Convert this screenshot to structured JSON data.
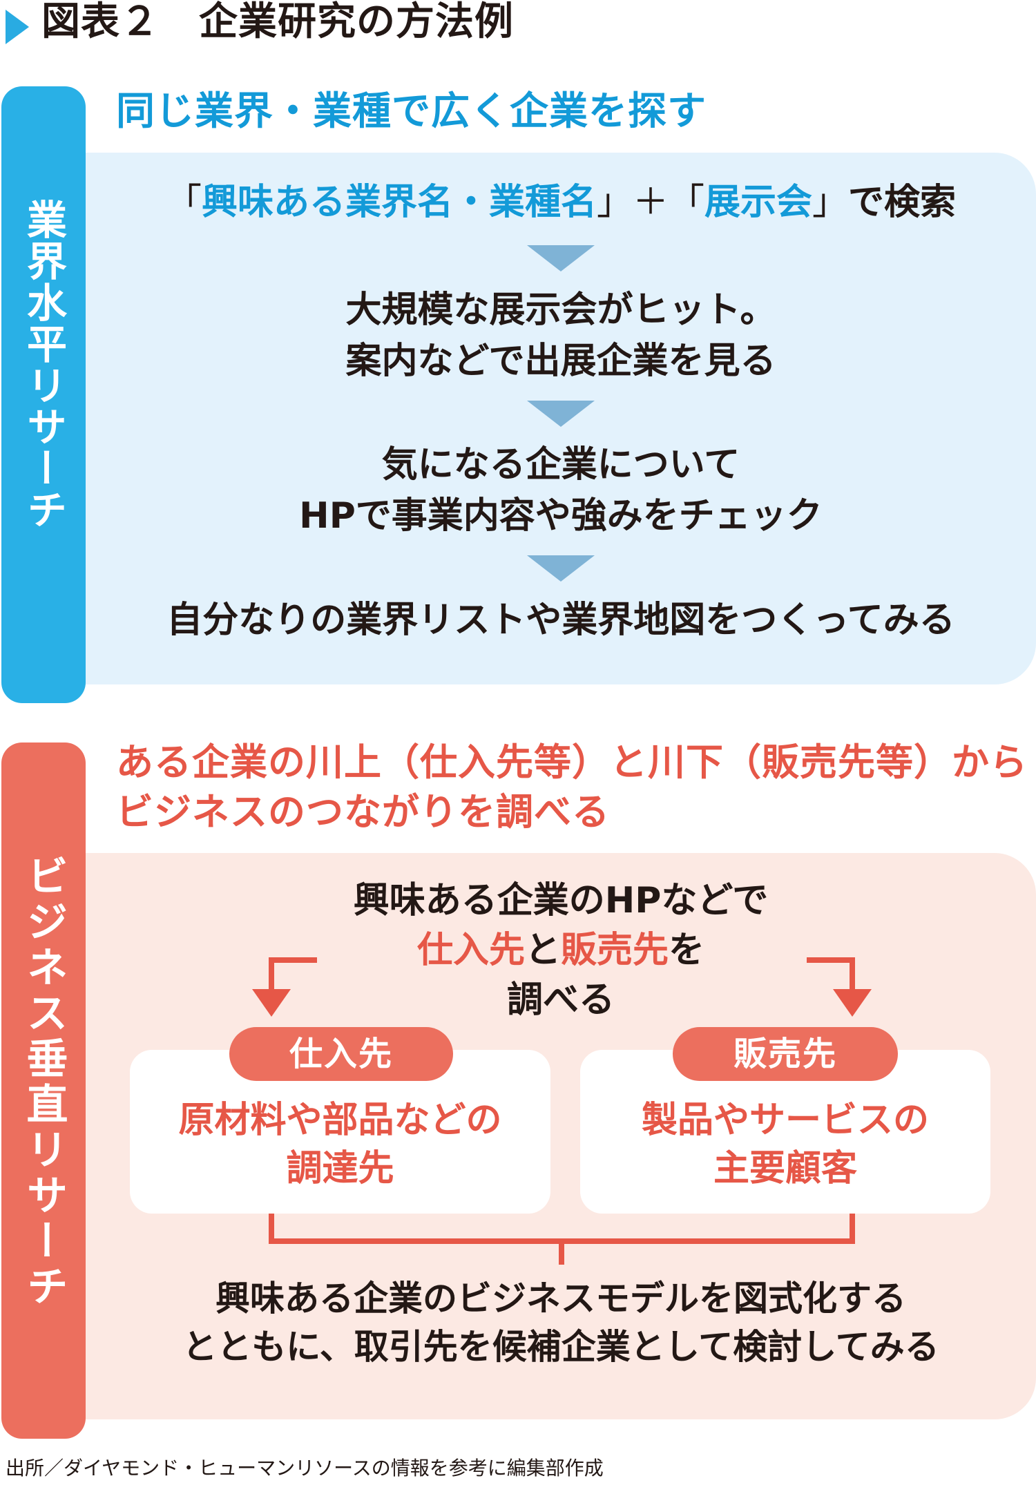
{
  "title": {
    "text": "図表２　企業研究の方法例",
    "marker_color": "#29abe2"
  },
  "horizontal": {
    "side_label": "業界水平リサーチ",
    "color": "#29b0e6",
    "heading": "同じ業界・業種で広く企業を探す",
    "steps": [
      {
        "parts": [
          {
            "text": "「",
            "style": "bracket"
          },
          {
            "text": "興味ある業界名・業種名",
            "style": "highlight"
          },
          {
            "text": "」＋「",
            "style": "bracket"
          },
          {
            "text": "展示会",
            "style": "highlight"
          },
          {
            "text": "」",
            "style": "bracket"
          },
          {
            "text": "で検索",
            "style": "normal"
          }
        ]
      },
      {
        "lines": [
          "大規模な展示会がヒット。",
          "案内などで出展企業を見る"
        ]
      },
      {
        "lines": [
          "気になる企業について",
          "HPで事業内容や強みをチェック"
        ]
      },
      {
        "lines": [
          "自分なりの業界リストや業界地図をつくってみる"
        ]
      }
    ],
    "arrow_color": "#7fb3d6"
  },
  "vertical": {
    "side_label": "ビジネス垂直リサーチ",
    "color": "#ec6f5e",
    "heading": [
      "ある企業の川上（仕入先等）と川下（販売先等）から",
      "ビジネスのつながりを調べる"
    ],
    "intro": {
      "line1": "興味ある企業のHPなどで",
      "line2_parts": [
        {
          "text": "仕入先",
          "style": "highlight"
        },
        {
          "text": "と",
          "style": "normal"
        },
        {
          "text": "販売先",
          "style": "highlight"
        },
        {
          "text": "を",
          "style": "normal"
        }
      ],
      "line3": "調べる"
    },
    "supplier": {
      "label": "仕入先",
      "description": [
        "原材料や部品などの",
        "調達先"
      ]
    },
    "customer": {
      "label": "販売先",
      "description": [
        "製品やサービスの",
        "主要顧客"
      ]
    },
    "conclusion": [
      "興味ある企業のビジネスモデルを図式化する",
      "とともに、取引先を候補企業として検討してみる"
    ]
  },
  "footer": {
    "source": "出所／ダイヤモンド・ヒューマンリソースの情報を参考に編集部作成"
  }
}
